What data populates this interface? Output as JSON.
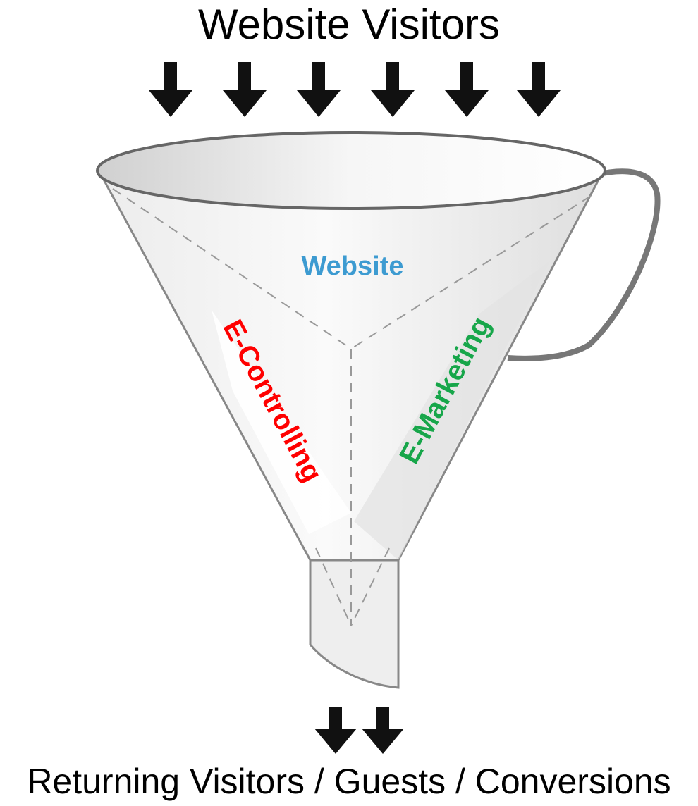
{
  "diagram": {
    "input_label": "Website Visitors",
    "output_label": "Returning Visitors / Guests / Conversions",
    "input_arrow_count": 6,
    "output_arrow_count": 2,
    "funnel_labels": {
      "website": "Website",
      "controlling": "E-Controlling",
      "marketing": "E-Marketing"
    },
    "colors": {
      "website": "#3d9bd1",
      "controlling": "#ff0000",
      "marketing": "#17a64a",
      "arrows": "#111111",
      "funnel_outline": "#666666"
    }
  }
}
